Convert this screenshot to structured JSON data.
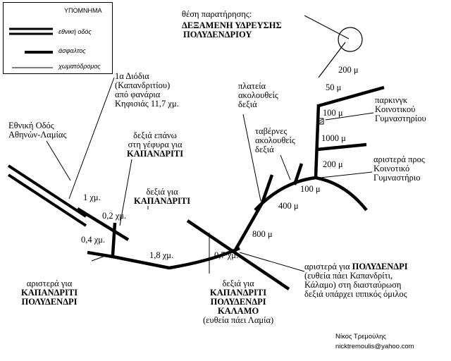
{
  "legend": {
    "title": "ΥΠΟΜΝΗΜΑ",
    "items": [
      {
        "label": "εθνική οδός",
        "style": "double-thick"
      },
      {
        "label": "άσφαλτος",
        "style": "thick"
      },
      {
        "label": "χωματόδρομος",
        "style": "thin"
      }
    ]
  },
  "labels": {
    "observation": [
      "θέση παρατήρησης:"
    ],
    "observation_bold": [
      "ΔΕΞΑΜΕΝΗ ΥΔΡΕΥΣΗΣ",
      "ΠΟΛΥΔΕΝΔΡΙΟΥ"
    ],
    "toll": [
      "1α Διόδια",
      "(Καπανδριτίου)",
      "από φανάρια",
      "Κηφισιάς 11,7 χμ."
    ],
    "highway": [
      "Εθνική Οδός",
      "Αθηνών-Λαμίας"
    ],
    "bridge": [
      "δεξιά επάνω",
      "στη γέφυρα για"
    ],
    "bridge_bold": "ΚΑΠΑΝΔΡΙΤΙ",
    "right_kapandriti": [
      "δεξιά για"
    ],
    "right_kapandriti_bold": "ΚΑΠΑΝΔΡΙΤΙ",
    "square": [
      "πλατεία",
      "ακολουθείς",
      "δεξιά"
    ],
    "taverns": [
      "ταβέρνες",
      "ακολουθείς",
      "δεξιά"
    ],
    "parking": [
      "παρκινγκ",
      "Κοινοτικού",
      "Γυμναστηρίου"
    ],
    "left_gym": [
      "αριστερά προς",
      "Κοινοτικό",
      "Γυμναστήριο"
    ],
    "left_kapandriti": [
      "αριστερά για"
    ],
    "left_kapandriti_bold": [
      "ΚΑΠΑΝΔΡΙΤΙ",
      "ΠΟΛΥΔΕΝΔΡΙ"
    ],
    "right_kalamo": [
      "δεξιά για"
    ],
    "right_kalamo_bold": [
      "ΚΑΠΑΝΔΡΙΤΙ",
      "ΠΟΛΥΔΕΝΔΡΙ",
      "ΚΑΛΑΜΟ"
    ],
    "right_kalamo_note": "(ευθεία πάει Λαμία)",
    "left_polydendri_prefix": "αριστερά για ",
    "left_polydendri_bold": "ΠΟΛΥΔΕΝΔΡΙ",
    "left_polydendri_rest": [
      "(ευθεία πάει Καπανδρίτι,",
      "Κάλαμο) στη διασταύρωση",
      "δεξιά υπάρχει ιππικός όμιλος"
    ]
  },
  "distances": {
    "d1": "1 χμ.",
    "d02": "0,2 χμ.",
    "d04": "0,4 χμ.",
    "d18": "1,8 χμ.",
    "d07": "0,7 χμ.",
    "d800": "800 μ",
    "d400": "400 μ",
    "d100a": "100 μ",
    "d200a": "200 μ",
    "d1000": "1000 μ",
    "d100b": "100 μ",
    "d50": "50 μ",
    "d200b": "200 μ"
  },
  "author": {
    "name": "Νίκος Τρεμούλης",
    "email": "nicktremoulis@yahoo.com"
  },
  "colors": {
    "ink": "#000000",
    "background": "#ffffff"
  }
}
